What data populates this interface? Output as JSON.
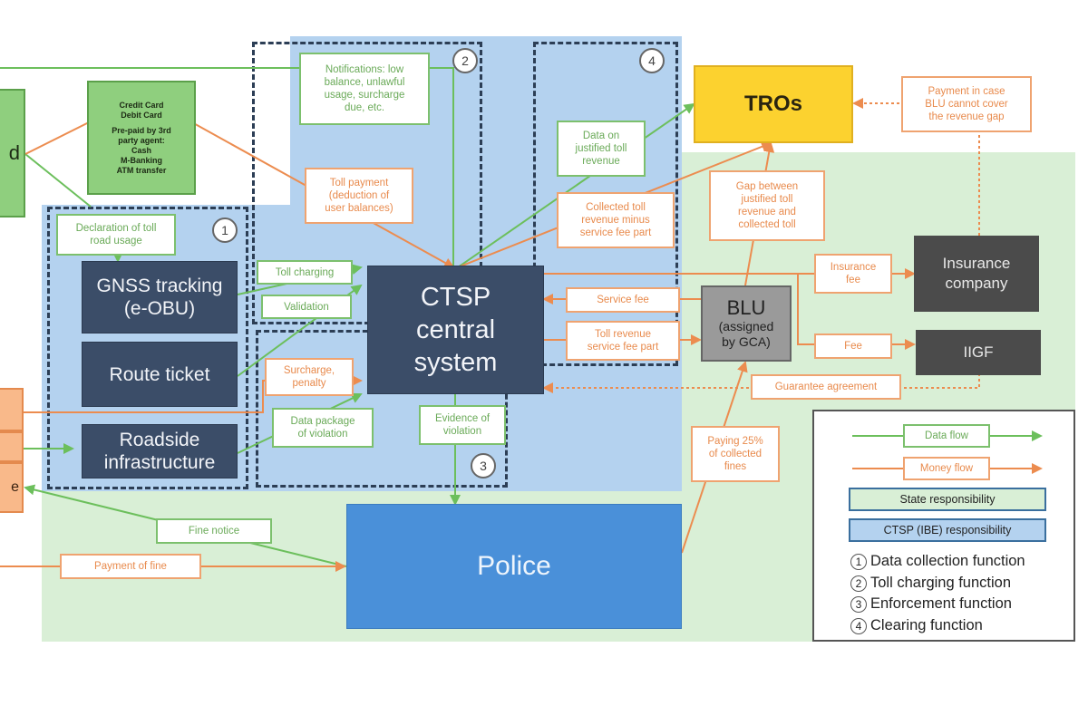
{
  "diagram": {
    "nodes": {
      "left_partial_top": "d",
      "payment_methods_line1": "Credit Card\nDebit Card",
      "payment_methods_line2": "Pre-paid by 3rd\nparty agent:\nCash\nM-Banking\nATM transfer",
      "gnss": "GNSS tracking\n(e-OBU)",
      "route_ticket": "Route ticket",
      "roadside": "Roadside\ninfrastructure",
      "ctsp": "CTSP\ncentral\nsystem",
      "police": "Police",
      "tros": "TROs",
      "blu_title": "BLU",
      "blu_sub": "(assigned\nby GCA)",
      "insurance": "Insurance\ncompany",
      "iigf": "IIGF",
      "left_partial_bottom": "e"
    },
    "labels": {
      "notifications": "Notifications: low\nbalance, unlawful\nusage, surcharge\ndue, etc.",
      "declaration": "Declaration of toll\nroad usage",
      "toll_payment": "Toll payment\n(deduction of\nuser balances)",
      "toll_charging": "Toll charging",
      "validation": "Validation",
      "surcharge": "Surcharge,\npenalty",
      "data_package": "Data package\nof violation",
      "evidence": "Evidence of\nviolation",
      "data_justified": "Data on\njustified toll\nrevenue",
      "collected_toll": "Collected toll\nrevenue minus\nservice fee part",
      "service_fee": "Service fee",
      "toll_revenue_fee": "Toll revenue\nservice fee part",
      "gap": "Gap between\njustified toll\nrevenue and\ncollected toll",
      "payment_case": "Payment in case\nBLU cannot cover\nthe revenue gap",
      "insurance_fee": "Insurance\nfee",
      "fee": "Fee",
      "guarantee": "Guarantee agreement",
      "paying_25": "Paying 25%\nof collected\nfines",
      "fine_notice": "Fine notice",
      "payment_fine": "Payment of fine"
    },
    "function_markers": [
      "1",
      "2",
      "3",
      "4"
    ]
  },
  "legend": {
    "data_flow": "Data flow",
    "money_flow": "Money flow",
    "state_resp": "State responsibility",
    "ctsp_resp": "CTSP (IBE) responsibility",
    "functions": [
      {
        "num": "1",
        "label": "Data collection function"
      },
      {
        "num": "2",
        "label": "Toll charging function"
      },
      {
        "num": "3",
        "label": "Enforcement function"
      },
      {
        "num": "4",
        "label": "Clearing function"
      }
    ]
  },
  "colors": {
    "data_flow": "#6cbf5c",
    "money_flow": "#ec8c4f",
    "state_bg": "#d9efd6",
    "ctsp_bg": "#b4d2ef",
    "tros": "#fcd22f",
    "police": "#4a90d9"
  }
}
